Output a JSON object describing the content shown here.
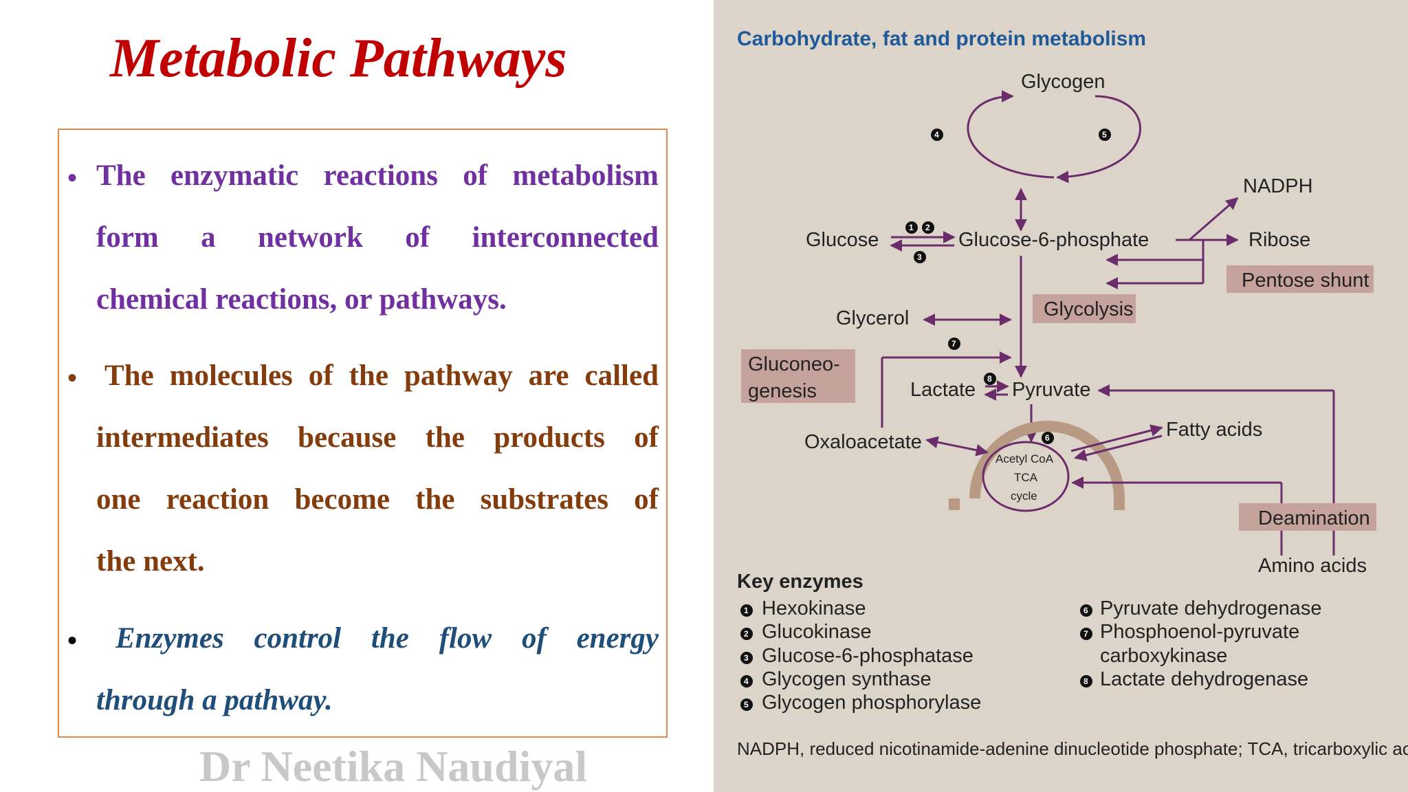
{
  "slide": {
    "title": "Metabolic Pathways",
    "author": "Dr Neetika Naudiyal",
    "bullets": [
      {
        "marker": "•",
        "lines": [
          "The enzymatic reactions of metabolism",
          "form a network of interconnected",
          "chemical reactions, or pathways."
        ]
      },
      {
        "marker": "•",
        "lines": [
          "The molecules of the pathway are called",
          "intermediates because the products of",
          "one reaction become the substrates of",
          "the next."
        ]
      },
      {
        "marker": "•",
        "lines": [
          "Enzymes control the flow of energy",
          "through a pathway."
        ]
      }
    ]
  },
  "figure": {
    "heading": "Carbohydrate, fat and protein metabolism",
    "nodes": {
      "glycogen": "Glycogen",
      "glucose": "Glucose",
      "g6p": "Glucose-6-phosphate",
      "nadph": "NADPH",
      "ribose": "Ribose",
      "glycerol": "Glycerol",
      "lactate": "Lactate",
      "pyruvate": "Pyruvate",
      "oxaloacetate": "Oxaloacetate",
      "fatty_acids": "Fatty acids",
      "amino_acids": "Amino acids",
      "cycle_line1": "Acetyl CoA",
      "cycle_line2": "TCA",
      "cycle_line3": "cycle"
    },
    "boxes": {
      "pentose": "Pentose shunt",
      "glycolysis": "Glycolysis",
      "gluconeo_line1": "Gluconeo-",
      "gluconeo_line2": "genesis",
      "deamination": "Deamination"
    },
    "numbers": [
      "1",
      "2",
      "3",
      "4",
      "5",
      "6",
      "7",
      "8"
    ],
    "key_heading": "Key enzymes",
    "key_left": [
      "Hexokinase",
      "Glucokinase",
      "Glucose-6-phosphatase",
      "Glycogen synthase",
      "Glycogen phosphorylase"
    ],
    "key_right": [
      "Pyruvate dehydrogenase",
      "Phosphoenol-pyruvate",
      "carboxykinase",
      "Lactate dehydrogenase"
    ],
    "footnote": "NADPH, reduced nicotinamide-adenine dinucleotide phosphate; TCA, tricarboxylic acid",
    "colors": {
      "line": "#6a2c6a",
      "box": "#c5a29b",
      "heading": "#1e5a9a",
      "mitochondrion": "#b89a84",
      "panel": "#dcd4c9"
    }
  }
}
